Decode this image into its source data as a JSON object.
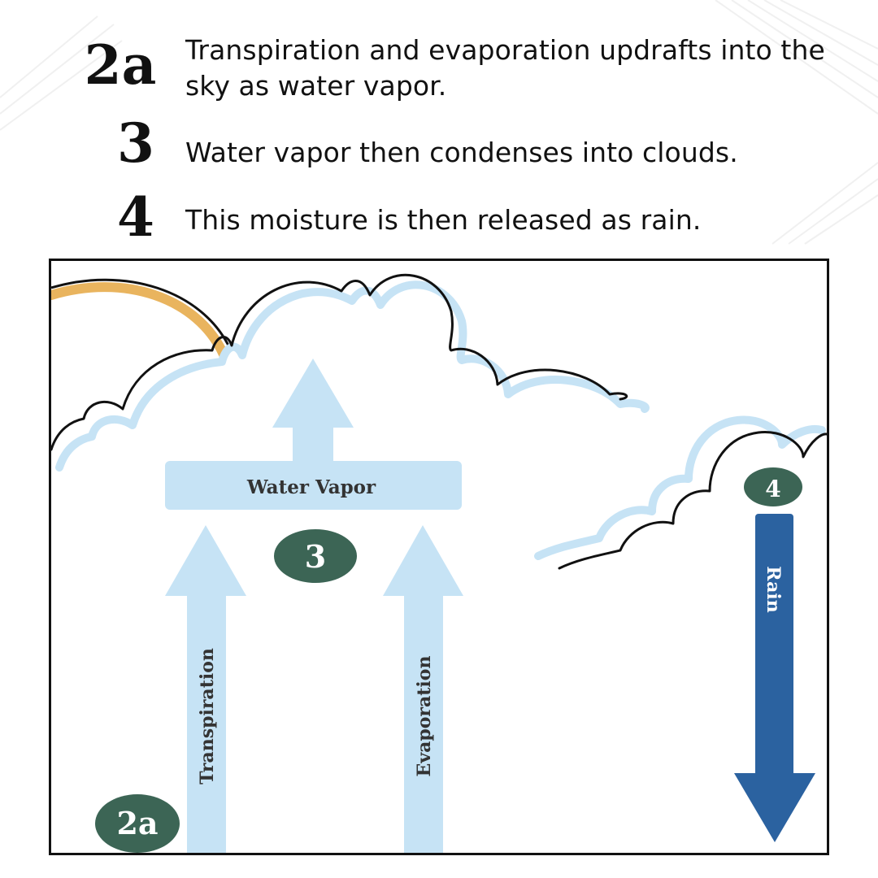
{
  "steps": [
    {
      "id": "2a",
      "number": "2a",
      "text": "Transpiration and evaporation updrafts into the sky as water vapor."
    },
    {
      "id": "3",
      "number": "3",
      "text": "Water vapor then condenses into clouds."
    },
    {
      "id": "4",
      "number": "4",
      "text": "This moisture is then released as rain."
    }
  ],
  "diagram": {
    "water_vapor_label": "Water Vapor",
    "transpiration_label": "Transpiration",
    "evaporation_label": "Evaporation",
    "rain_label": "Rain",
    "badge_2a": "2a",
    "badge_3": "3",
    "badge_4": "4"
  },
  "colors": {
    "light_blue": "#c6e3f5",
    "dark_blue": "#2b62a0",
    "badge_green": "#3c6555",
    "sun_orange": "#e9b45e",
    "outline": "#111111"
  }
}
